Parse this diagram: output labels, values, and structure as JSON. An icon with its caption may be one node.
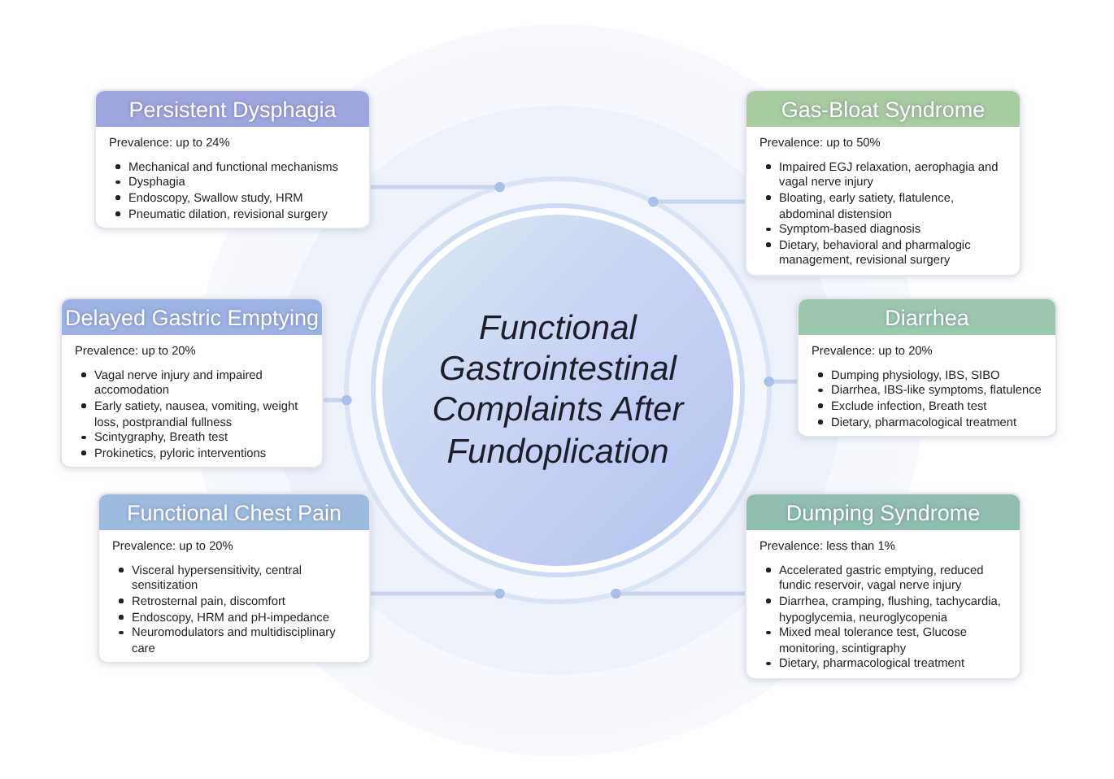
{
  "diagram": {
    "nodes": [
      {
        "text": [
          "Functional Gastrointestinal Complaints After Fundoplication"
        ]
      },
      {
        "text": [
          "Persistent Dysphagia",
          "Prevalence: up to 24%",
          "Mechanical and functional mechanisms",
          "Dysphagia",
          "Endoscopy, Swallow study, HRM",
          "Pneumatic dilation, revisional surgery"
        ]
      },
      {
        "text": [
          "Gas-Bloat Syndrome",
          "Prevalence: up to 50%",
          "Impaired EGJ relaxation, aerophagia and vagal nerve injury",
          "Bloating, early satiety, flatulence, abdominal distension",
          "Symptom-based diagnosis",
          "Dietary, behavioral and pharmalogic management, revisional surgery"
        ]
      },
      {
        "text": [
          "Delayed Gastric Emptying",
          "Prevalence: up to 20%",
          "Vagal nerve injury and impaired accomodation",
          "Early satiety, nausea, vomiting, weight loss, postprandial fullness",
          "Scintygraphy, Breath test",
          "Prokinetics, pyloric interventions"
        ]
      },
      {
        "text": [
          "Diarrhea",
          "Prevalence: up to 20%",
          "Dumping physiology, IBS, SIBO",
          "Diarrhea, IBS-like symptoms, flatulence",
          "Exclude infection, Breath test",
          "Dietary, pharmacological treatment"
        ]
      },
      {
        "text": [
          "Functional Chest Pain",
          "Prevalence: up to 20%",
          "Visceral hypersensitivity, central sensitization",
          "Retrosternal pain, discomfort",
          "Endoscopy, HRM and pH-impedance",
          "Neuromodulators and multidisciplinary care"
        ]
      },
      {
        "text": [
          "Dumping Syndrome",
          "Prevalence: less than 1%",
          "Accelerated gastric emptying, reduced fundic reservoir, vagal nerve injury",
          "Diarrhea, cramping, flushing, tachycardia, hypoglycemia, neuroglycopenia",
          "Mixed meal tolerance test, Glucose monitoring, scintigraphy",
          "Dietary, pharmacological treatment"
        ]
      }
    ],
    "edges": [
      {
        "from": 1,
        "to": 0,
        "arrow": "other"
      },
      {
        "from": 2,
        "to": 0,
        "arrow": "other"
      },
      {
        "from": 3,
        "to": 0,
        "arrow": "other"
      },
      {
        "from": 4,
        "to": 0,
        "arrow": "other"
      },
      {
        "from": 5,
        "to": 0,
        "arrow": "other"
      },
      {
        "from": 6,
        "to": 0,
        "arrow": "other"
      }
    ]
  }
}
